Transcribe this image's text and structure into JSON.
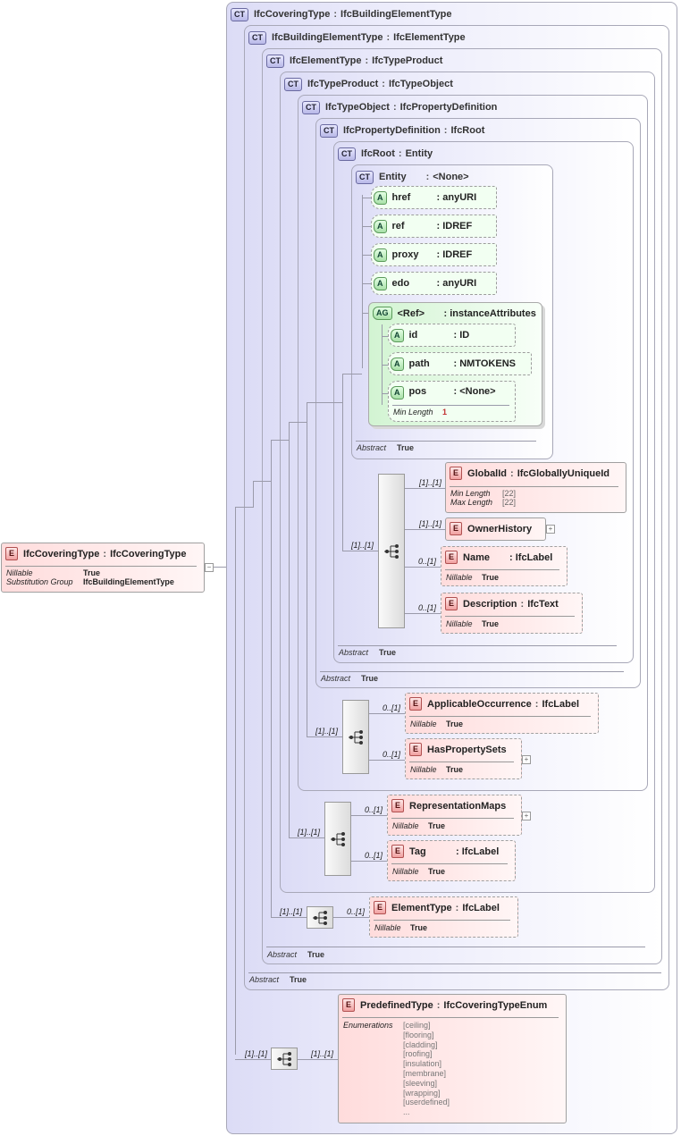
{
  "type_labels": {
    "ct": "CT",
    "attr": "A",
    "attr_group": "AG",
    "elem": "E"
  },
  "separator": ":",
  "root_element": {
    "name": "IfcCoveringType",
    "type": "IfcCoveringType",
    "props": [
      {
        "k": "Nillable",
        "v": "True"
      },
      {
        "k": "Substitution Group",
        "v": "IfcBuildingElementType"
      }
    ],
    "toggle": "−"
  },
  "complex_types": [
    {
      "name": "IfcCoveringType",
      "base": "IfcBuildingElementType",
      "abstract": ""
    },
    {
      "name": "IfcBuildingElementType",
      "base": "IfcElementType",
      "abstract": "True"
    },
    {
      "name": "IfcElementType",
      "base": "IfcTypeProduct",
      "abstract": "True"
    },
    {
      "name": "IfcTypeProduct",
      "base": "IfcTypeObject",
      "abstract": ""
    },
    {
      "name": "IfcTypeObject",
      "base": "IfcPropertyDefinition",
      "abstract": ""
    },
    {
      "name": "IfcPropertyDefinition",
      "base": "IfcRoot",
      "abstract": "True"
    },
    {
      "name": "IfcRoot",
      "base": "Entity",
      "abstract": "True"
    },
    {
      "name": "Entity",
      "base": "<None>",
      "abstract": "True"
    }
  ],
  "abstract_label": "Abstract",
  "entity_attributes": [
    {
      "name": "href",
      "type": "anyURI"
    },
    {
      "name": "ref",
      "type": "IDREF"
    },
    {
      "name": "proxy",
      "type": "IDREF"
    },
    {
      "name": "edo",
      "type": "anyURI"
    }
  ],
  "attribute_group": {
    "name": "<Ref>",
    "type": "instanceAttributes",
    "attributes": [
      {
        "name": "id",
        "type": "ID"
      },
      {
        "name": "path",
        "type": "NMTOKENS"
      },
      {
        "name": "pos",
        "type": "<None>",
        "prop_k": "Min Length",
        "prop_v": "1"
      }
    ]
  },
  "root_sequence": {
    "occ": "[1]..[1]",
    "elements": [
      {
        "occ": "[1]..[1]",
        "name": "GlobalId",
        "type": "IfcGloballyUniqueId",
        "props": [
          {
            "k": "Min Length",
            "v": "[22]"
          },
          {
            "k": "Max Length",
            "v": "[22]"
          }
        ]
      },
      {
        "occ": "[1]..[1]",
        "name": "OwnerHistory",
        "type": ""
      },
      {
        "occ": "0..[1]",
        "name": "Name",
        "type": "IfcLabel",
        "props": [
          {
            "k": "Nillable",
            "v": "True"
          }
        ]
      },
      {
        "occ": "0..[1]",
        "name": "Description",
        "type": "IfcText",
        "props": [
          {
            "k": "Nillable",
            "v": "True"
          }
        ]
      }
    ]
  },
  "typeobject_sequence": {
    "occ": "[1]..[1]",
    "elements": [
      {
        "occ": "0..[1]",
        "name": "ApplicableOccurrence",
        "type": "IfcLabel",
        "props": [
          {
            "k": "Nillable",
            "v": "True"
          }
        ]
      },
      {
        "occ": "0..[1]",
        "name": "HasPropertySets",
        "type": "",
        "props": [
          {
            "k": "Nillable",
            "v": "True"
          }
        ]
      }
    ]
  },
  "typeproduct_sequence": {
    "occ": "[1]..[1]",
    "elements": [
      {
        "occ": "0..[1]",
        "name": "RepresentationMaps",
        "type": "",
        "props": [
          {
            "k": "Nillable",
            "v": "True"
          }
        ]
      },
      {
        "occ": "0..[1]",
        "name": "Tag",
        "type": "IfcLabel",
        "props": [
          {
            "k": "Nillable",
            "v": "True"
          }
        ]
      }
    ]
  },
  "elementtype_sequence": {
    "occ": "[1]..[1]",
    "elements": [
      {
        "occ": "0..[1]",
        "name": "ElementType",
        "type": "IfcLabel",
        "props": [
          {
            "k": "Nillable",
            "v": "True"
          }
        ]
      }
    ]
  },
  "coveringtype_sequence": {
    "occ": "[1]..[1]",
    "elements": [
      {
        "occ": "[1]..[1]",
        "name": "PredefinedType",
        "type": "IfcCoveringTypeEnum",
        "enum_label": "Enumerations",
        "enumerations": [
          "[ceiling]",
          "[flooring]",
          "[cladding]",
          "[roofing]",
          "[insulation]",
          "[membrane]",
          "[sleeving]",
          "[wrapping]",
          "[userdefined]",
          "..."
        ]
      }
    ]
  },
  "plus_sign": "+"
}
